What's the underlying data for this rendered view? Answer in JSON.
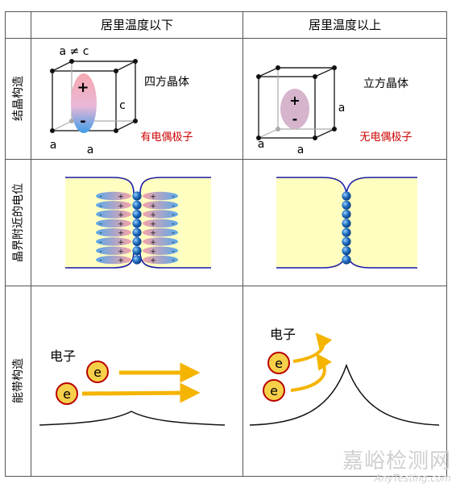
{
  "header": {
    "col_below": "居里温度以下",
    "col_above": "居里温度以上"
  },
  "rows": {
    "structure": "结晶构造",
    "potential": "晶界附近的电位",
    "band": "能带构造"
  },
  "crystal_below": {
    "top_label": "a ≠ c",
    "side_label": "c",
    "bottom_label_1": "a",
    "bottom_label_2": "a",
    "plus": "+",
    "minus": "-",
    "type": "四方晶体",
    "dipole": "有电偶极子"
  },
  "crystal_above": {
    "side_label": "a",
    "bottom_label_1": "a",
    "bottom_label_2": "a",
    "plus": "+",
    "minus": "-",
    "type": "立方晶体",
    "dipole": "无电偶极子"
  },
  "band_below": {
    "electron_label": "电子",
    "e1": "e",
    "e2": "e"
  },
  "band_above": {
    "electron_label": "电子",
    "e1": "e",
    "e2": "e"
  },
  "watermark": {
    "cn": "嘉峪检测网",
    "en": "AnyTesting.com"
  },
  "colors": {
    "grid": "#555555",
    "red_text": "#cc0000",
    "grain_fill": "#fefec0",
    "boundary_line": "#1a1aa8",
    "sphere": "#1f6fc0",
    "electron_fill": "#f7d04a",
    "electron_ring": "#b80000",
    "arrow": "#f4b400",
    "dipole_plus": "#f5a3a8",
    "dipole_minus": "#5aa8ea",
    "cubic_blob": "#d6b4cc"
  }
}
